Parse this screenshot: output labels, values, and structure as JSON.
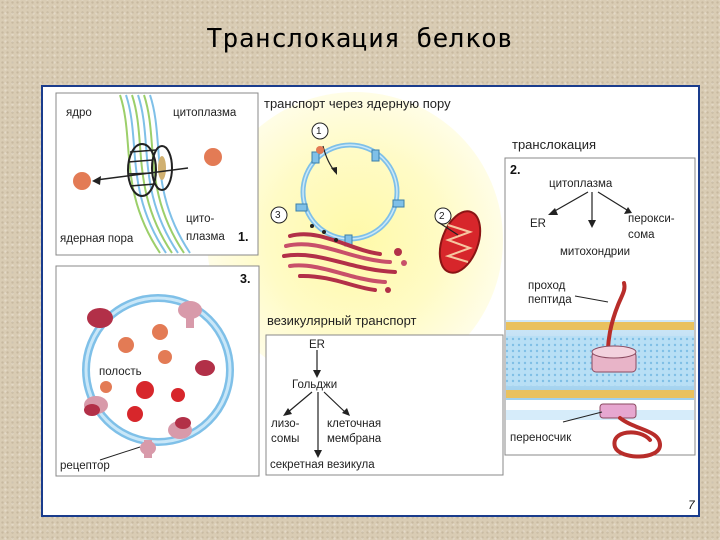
{
  "slide": {
    "title": "Транслокация белков",
    "page_number": "7"
  },
  "panel1": {
    "nucleus": "ядро",
    "cytoplasm": "цитоплазма",
    "pore": "ядерная пора",
    "cytoplasm_split": [
      "цито-",
      "плазма"
    ],
    "number": "1."
  },
  "center": {
    "header": "транспорт через ядерную пору",
    "step1": "1",
    "step2": "2",
    "step3": "3",
    "vesicular": "везикулярный транспорт"
  },
  "panel2": {
    "header": "транслокация",
    "number": "2.",
    "cytoplasm": "цитоплазма",
    "er": "ER",
    "peroxisome": [
      "перокси-",
      "сома"
    ],
    "mitochondria": "митохондрии",
    "peptide_passage": [
      "проход",
      "пептида"
    ],
    "carrier": "переносчик"
  },
  "panel3": {
    "number": "3.",
    "cavity": "полость",
    "receptor": "рецептор"
  },
  "flow": {
    "er": "ER",
    "golgi": "Гольджи",
    "lysosomes": [
      "лизо-",
      "сомы"
    ],
    "membrane": [
      "клеточная",
      "мембрана"
    ],
    "secretory": "секретная везикула"
  }
}
